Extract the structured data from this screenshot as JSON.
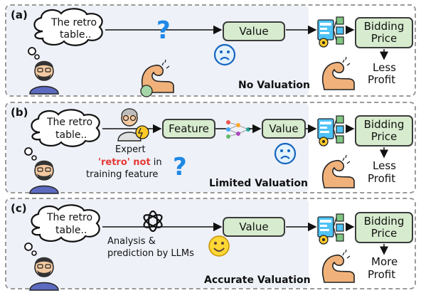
{
  "panels": [
    {
      "label": "(a)",
      "cloud_text": [
        "The retro",
        "table.."
      ],
      "value_label": "Value",
      "price_label": [
        "Bidding",
        "Price"
      ],
      "outcome": [
        "Less",
        "Profit"
      ],
      "caption": "No Valuation",
      "question_mark": "?"
    },
    {
      "label": "(b)",
      "cloud_text": [
        "The retro",
        "table.."
      ],
      "feature_label": "Feature",
      "value_label": "Value",
      "price_label": [
        "Bidding",
        "Price"
      ],
      "outcome": [
        "Less",
        "Profit"
      ],
      "caption": "Limited Valuation",
      "expert_label": "Expert",
      "note_quoted": "'retro' not",
      "note_after": " in",
      "note_line2": "training feature",
      "question_mark": "?"
    },
    {
      "label": "(c)",
      "cloud_text": [
        "The retro",
        "table.."
      ],
      "value_label": "Value",
      "price_label": [
        "Bidding",
        "Price"
      ],
      "outcome": [
        "More",
        "Profit"
      ],
      "caption": "Accurate Valuation",
      "llm_note": [
        "Analysis &",
        "prediction by LLMs"
      ]
    }
  ],
  "colors": {
    "box_fill": "#d7ecce",
    "panel_shade": "#eef1f8",
    "question_mark": "#1e88e5",
    "note_red": "#e53935",
    "sad_face": "#1565c0",
    "happy_face": "#fdd835"
  },
  "icons": [
    "thinking-cloud-icon",
    "person-avatar-icon",
    "flexed-arm-icon",
    "sad-face-icon",
    "happy-face-icon",
    "expert-icon",
    "neural-network-icon",
    "bidding-system-icon",
    "openai-logo-icon",
    "down-arrow-icon"
  ]
}
